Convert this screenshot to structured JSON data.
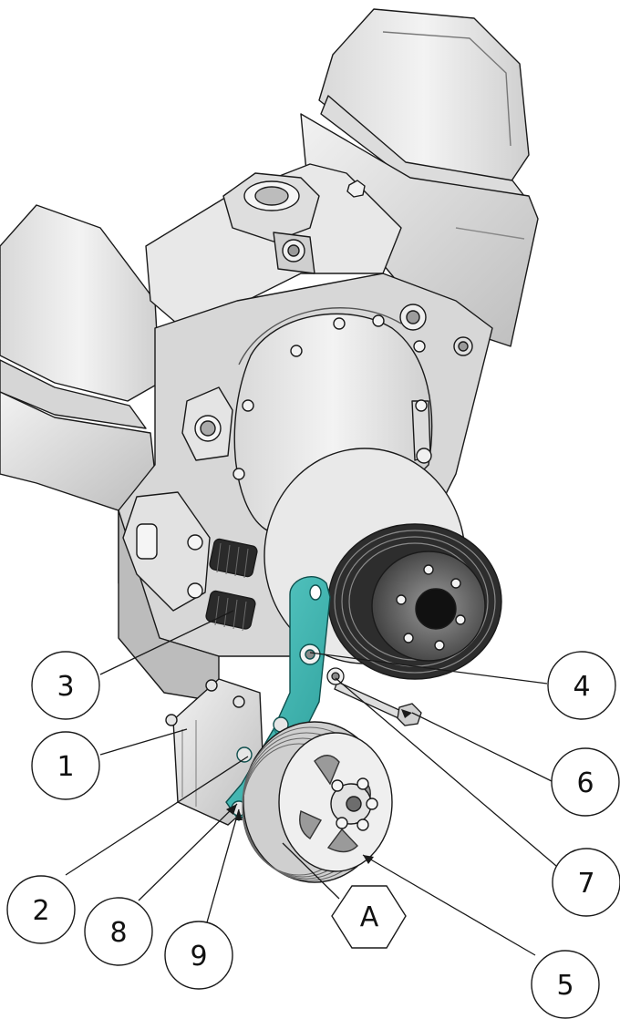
{
  "colors": {
    "metal_light": "#e6e6e6",
    "metal_mid": "#c9c9c9",
    "metal_dark": "#8e8e8e",
    "bracket": "#3fb8b3",
    "bracket_dark": "#1f7f7c",
    "line": "#1a1a1a",
    "background": "#ffffff"
  },
  "callouts": [
    {
      "id": "1",
      "label": "1"
    },
    {
      "id": "2",
      "label": "2"
    },
    {
      "id": "3",
      "label": "3"
    },
    {
      "id": "4",
      "label": "4"
    },
    {
      "id": "5",
      "label": "5"
    },
    {
      "id": "6",
      "label": "6"
    },
    {
      "id": "7",
      "label": "7"
    },
    {
      "id": "8",
      "label": "8"
    },
    {
      "id": "9",
      "label": "9"
    }
  ],
  "detail_marker": {
    "label": "A"
  }
}
